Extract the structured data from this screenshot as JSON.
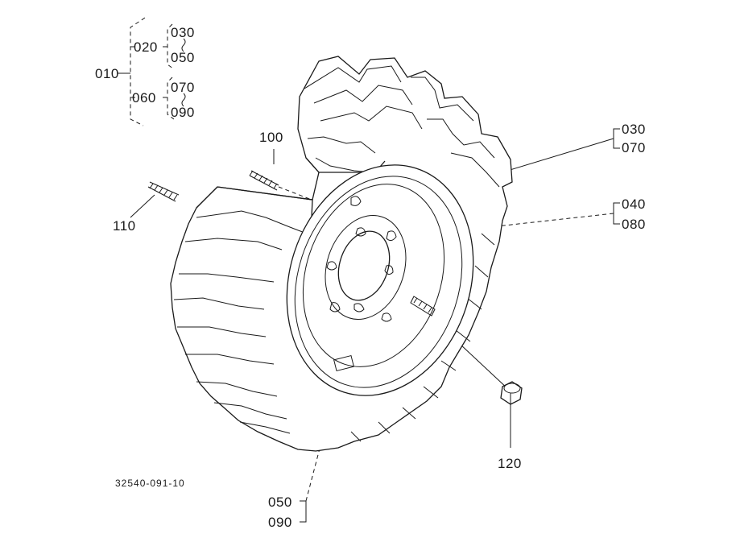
{
  "diagram": {
    "tree": {
      "root": "010",
      "groups": [
        {
          "code": "020",
          "children": [
            "030",
            "050"
          ]
        },
        {
          "code": "060",
          "children": [
            "070",
            "090"
          ]
        }
      ]
    },
    "callouts": {
      "tire": [
        "030",
        "070"
      ],
      "rim": [
        "040",
        "080"
      ],
      "valve": [
        "050",
        "090"
      ],
      "stud_long": "100",
      "stud_short": "110",
      "nut": "120"
    },
    "drawing_code": "32540-091-10"
  }
}
